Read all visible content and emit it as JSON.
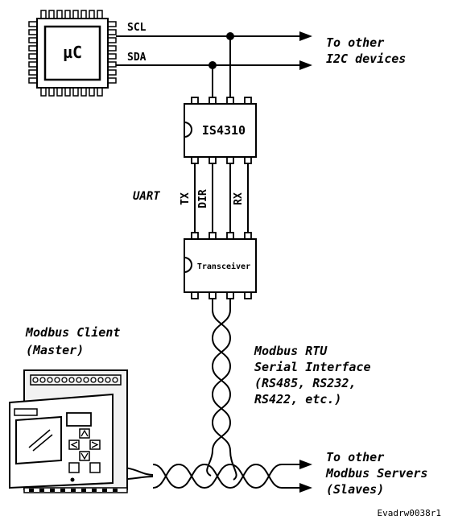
{
  "mcu": {
    "label": "µC"
  },
  "bus": {
    "scl": "SCL",
    "sda": "SDA",
    "dest_line1": "To other",
    "dest_line2": "I2C devices"
  },
  "bridge": {
    "label": "IS4310"
  },
  "uart": {
    "label": "UART",
    "tx": "TX",
    "dir": "DIR",
    "rx": "RX"
  },
  "transceiver": {
    "label": "Transceiver"
  },
  "client": {
    "line1": "Modbus Client",
    "line2": "(Master)"
  },
  "interface": {
    "line1": "Modbus RTU",
    "line2": "Serial Interface",
    "line3": "(RS485, RS232,",
    "line4": "RS422, etc.)"
  },
  "servers": {
    "line1": "To other",
    "line2": "Modbus Servers",
    "line3": "(Slaves)"
  },
  "figure_id": "Evadrw0038r1",
  "colors": {
    "ink": "#000000",
    "background": "#ffffff",
    "plc_body": "#f2f2f2"
  }
}
